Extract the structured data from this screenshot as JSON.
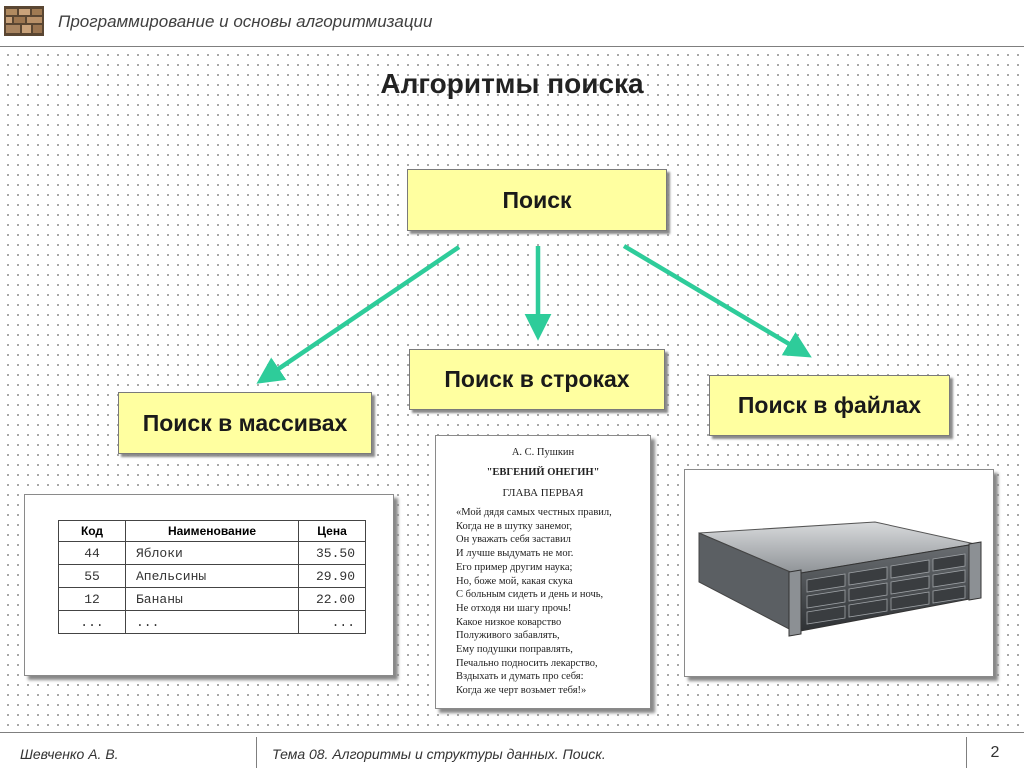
{
  "header": {
    "title": "Программирование и основы алгоритмизации",
    "logo_icon": "bricks-logo-icon"
  },
  "slide": {
    "title": "Алгоритмы поиска",
    "root": "Поиск",
    "branches": [
      "Поиск в массивах",
      "Поиск в строках",
      "Поиск в файлах"
    ],
    "box_color": "#ffffa0",
    "arrow_color": "#2ecc9a"
  },
  "table": {
    "headers": [
      "Код",
      "Наименование",
      "Цена"
    ],
    "rows": [
      [
        "44",
        "Яблоки",
        "35.50"
      ],
      [
        "55",
        "Апельсины",
        "29.90"
      ],
      [
        "12",
        "Бананы",
        "22.00"
      ],
      [
        "...",
        "...",
        "..."
      ]
    ]
  },
  "poem": {
    "author": "А. С. Пушкин",
    "work": "\"ЕВГЕНИЙ ОНЕГИН\"",
    "chapter": "ГЛАВА ПЕРВАЯ",
    "lines": [
      "«Мой дядя самых честных правил,",
      "Когда не в шутку занемог,",
      "Он уважать себя заставил",
      "И лучше выдумать не мог.",
      "Его пример другим наука;",
      "Но, боже мой, какая скука",
      "С больным сидеть и день и ночь,",
      "Не отходя ни шагу прочь!",
      "Какое низкое коварство",
      "Полуживого забавлять,",
      "Ему подушки поправлять,",
      "Печально подносить лекарство,",
      "Вздыхать и думать про себя:",
      "Когда же черт возьмет тебя!»"
    ]
  },
  "file_image": {
    "icon": "server-storage-icon"
  },
  "footer": {
    "author": "Шевченко А. В.",
    "topic": "Тема 08. Алгоритмы и структуры данных. Поиск.",
    "page": "2"
  }
}
